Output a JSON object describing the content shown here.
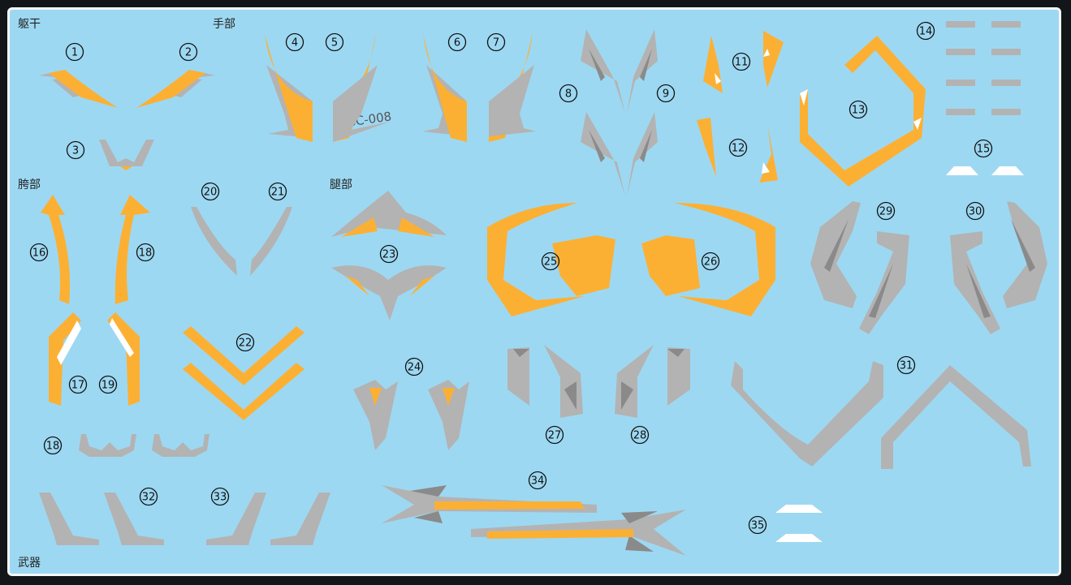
{
  "sections": {
    "torso": "躯干",
    "hands": "手部",
    "hips": "胯部",
    "legs": "腿部",
    "weapons": "武器"
  },
  "code_label": "SC-008",
  "parts": [
    "1",
    "2",
    "3",
    "4",
    "5",
    "6",
    "7",
    "8",
    "9",
    "11",
    "12",
    "13",
    "14",
    "15",
    "16",
    "17",
    "18",
    "19",
    "20",
    "21",
    "22",
    "23",
    "24",
    "25",
    "26",
    "27",
    "28",
    "29",
    "30",
    "31",
    "18",
    "32",
    "33",
    "34",
    "35"
  ],
  "colors": {
    "sheet": "#9dd8f2",
    "orange": "#fbb034",
    "gray": "#b3b3b3",
    "dark_gray": "#8a8a8a"
  }
}
